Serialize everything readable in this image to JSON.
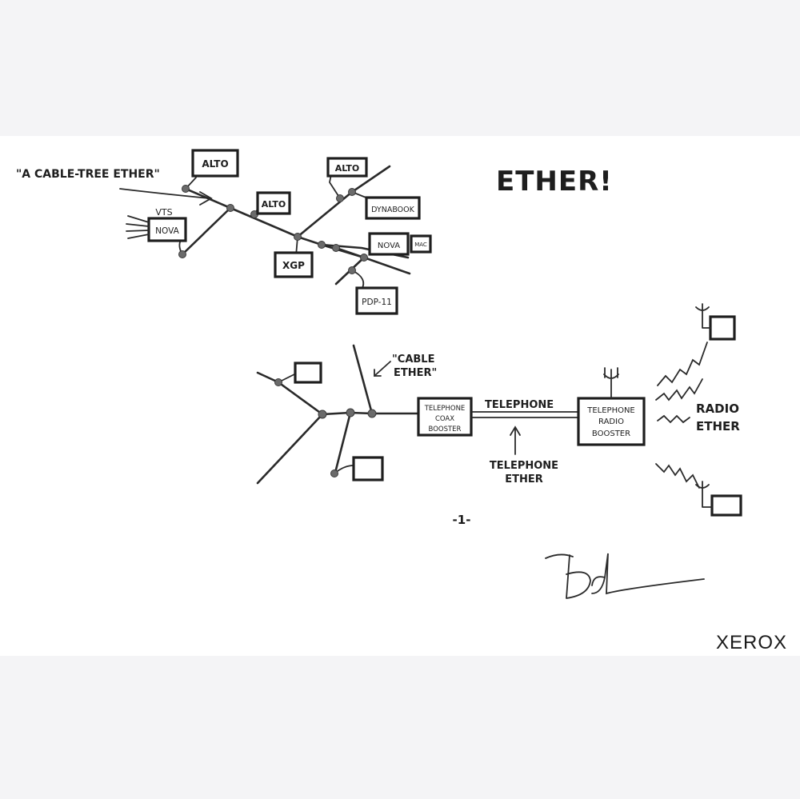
{
  "top_diagram": {
    "caption": "\"A CABLE-TREE ETHER\"",
    "vts_label": "VTS",
    "nodes": {
      "alto_1": "ALTO",
      "alto_2": "ALTO",
      "alto_3": "ALTO",
      "dynabook": "DYNABOOK",
      "nova_1": "NOVA",
      "mac": "MAC",
      "xgp": "XGP",
      "pdp11": "PDP-11",
      "nova_2": "NOVA"
    }
  },
  "title": "ETHER!",
  "bottom_diagram": {
    "cable_ether_line1": "\"CABLE",
    "cable_ether_line2": "ETHER\"",
    "coax_booster": [
      "TELEPHONE",
      "COAX",
      "BOOSTER"
    ],
    "telephone_link": "TELEPHONE",
    "telephone_ether": [
      "TELEPHONE",
      "ETHER"
    ],
    "radio_booster": [
      "TELEPHONE",
      "RADIO",
      "BOOSTER"
    ],
    "radio_ether": [
      "RADIO",
      "ETHER"
    ]
  },
  "page_number": "-1-",
  "signature": "Bob",
  "brand": "XEROX"
}
